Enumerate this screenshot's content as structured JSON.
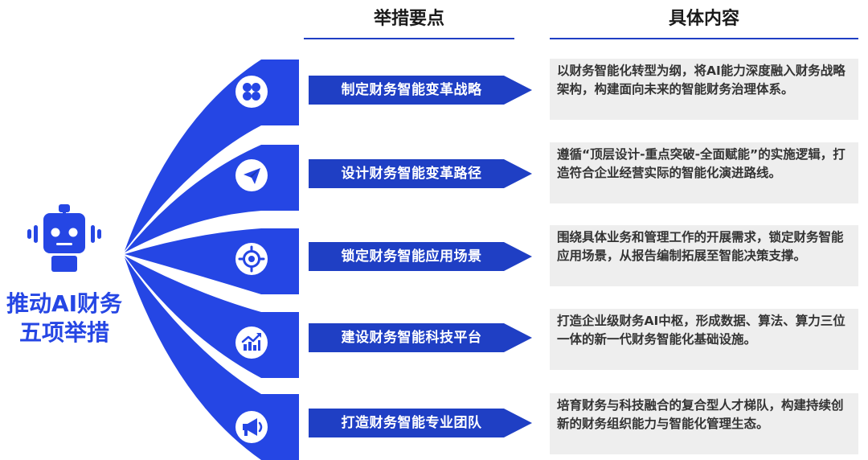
{
  "headers": {
    "measures": "举措要点",
    "content": "具体内容"
  },
  "center": {
    "line1": "推动AI财务",
    "line2": "五项举措"
  },
  "items": [
    {
      "icon": "four-petal-icon",
      "measure": "制定财务智能变革战略",
      "content": "以财务智能化转型为纲，将AI能力深度融入财务战略架构，构建面向未来的智能财务治理体系。"
    },
    {
      "icon": "paper-plane-icon",
      "measure": "设计财务智能变革路径",
      "content": "遵循“顶层设计-重点突破-全面赋能”的实施逻辑，打造符合企业经营实际的智能化演进路线。"
    },
    {
      "icon": "target-icon",
      "measure": "锁定财务智能应用场景",
      "content": "围绕具体业务和管理工作的开展需求，锁定财务智能应用场景，从报告编制拓展至智能决策支撑。"
    },
    {
      "icon": "trend-chart-icon",
      "measure": "建设财务智能科技平台",
      "content": "打造企业级财务AI中枢，形成数据、算法、算力三位一体的新一代财务智能化基础设施。"
    },
    {
      "icon": "megaphone-icon",
      "measure": "打造财务智能专业团队",
      "content": "培育财务与科技融合的复合型人才梯队，构建持续创新的财务组织能力与智能化管理生态。"
    }
  ],
  "colors": {
    "primary": "#2546e4",
    "arrow": "#1f3fc4",
    "box": "#eeeeee",
    "text": "#333333"
  }
}
